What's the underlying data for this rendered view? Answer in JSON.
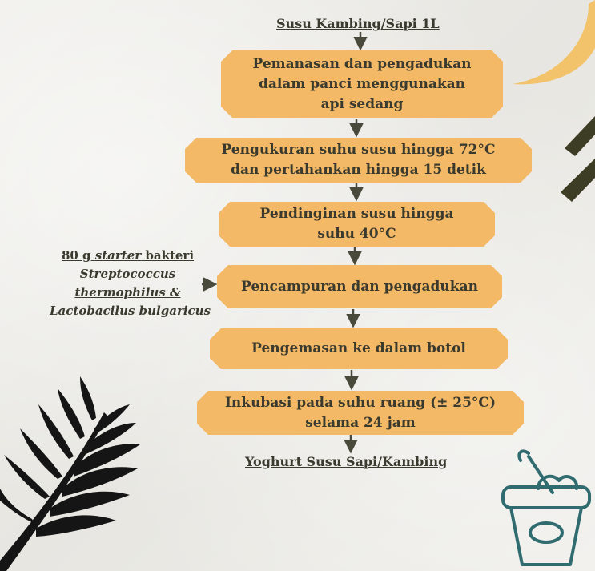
{
  "flow": {
    "input": "Susu Kambing/Sapi 1L",
    "steps": [
      "Pemanasan dan pengadukan\ndalam panci menggunakan\napi sedang",
      "Pengukuran suhu susu hingga 72°C\ndan pertahankan hingga 15 detik",
      "Pendinginan susu hingga\nsuhu 40°C",
      "Pencampuran  dan pengadukan",
      "Pengemasan ke dalam botol",
      "Inkubasi pada suhu ruang (± 25°C)\nselama 24 jam"
    ],
    "output": "Yoghurt Susu Sapi/Kambing"
  },
  "side_input": {
    "line1_qty": "80 g ",
    "line1_term": "starter",
    "line1_rest": " bakteri",
    "line2": "Streptococcus",
    "line3": "thermophilus &",
    "line4": "Lactobacilus bulgaricus"
  },
  "colors": {
    "box": "#f3b966",
    "text": "#3a3a2e",
    "arrow": "#4a4a3c",
    "moon": "#f3c36b",
    "chevron": "#3d3d26",
    "leaf": "#151515",
    "cup": "#2f6b6f"
  }
}
